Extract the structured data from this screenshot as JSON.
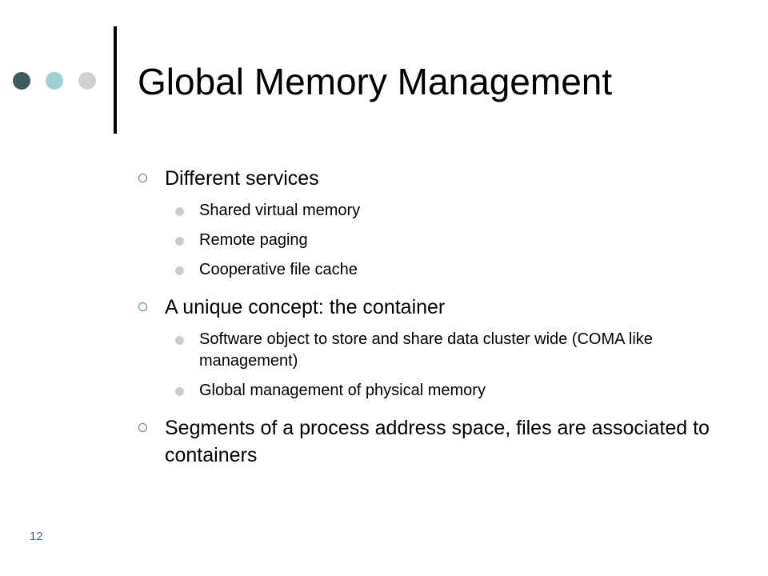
{
  "slide": {
    "title": "Global Memory Management",
    "page_number": "12",
    "accent_colors": {
      "dot_dark": "#3d5a5e",
      "dot_teal": "#9fcfd3",
      "dot_gray": "#cfd1d1",
      "page_number": "#3f6a78"
    },
    "bullets": [
      {
        "text": "Different services",
        "sub": [
          "Shared virtual memory",
          "Remote paging",
          "Cooperative file cache"
        ]
      },
      {
        "text": "A unique concept: the container",
        "sub": [
          "Software object to store and share data cluster wide (COMA like management)",
          "Global management of physical memory"
        ]
      },
      {
        "text": "Segments of a process address space, files are associated to containers",
        "sub": []
      }
    ]
  }
}
